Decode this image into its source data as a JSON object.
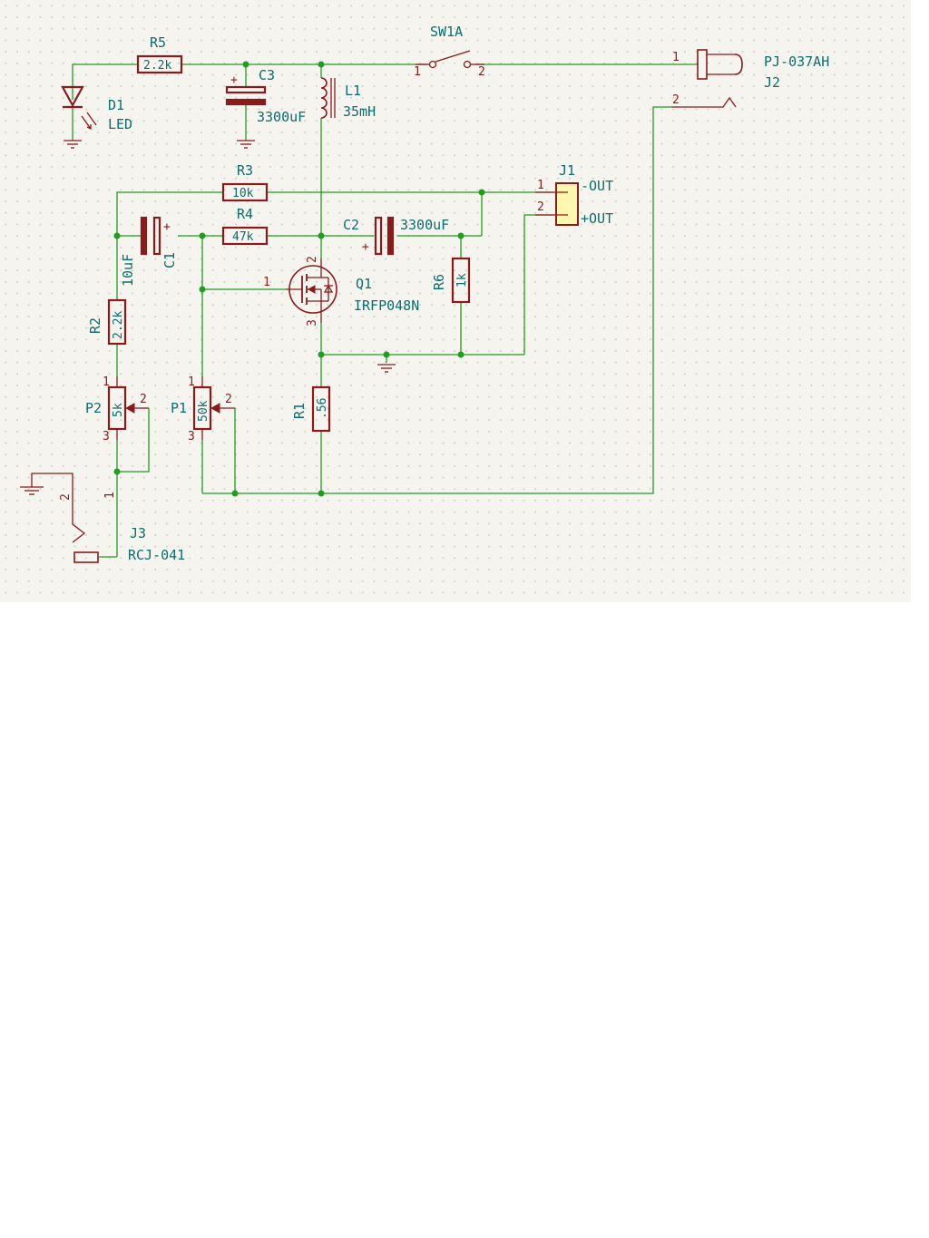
{
  "components": {
    "r5": {
      "ref": "R5",
      "value": "2.2k"
    },
    "d1": {
      "ref": "D1",
      "value": "LED"
    },
    "c3": {
      "ref": "C3",
      "value": "3300uF"
    },
    "l1": {
      "ref": "L1",
      "value": "35mH"
    },
    "sw1": {
      "ref": "SW1A",
      "pin1": "1",
      "pin2": "2"
    },
    "j2": {
      "ref": "J2",
      "value": "PJ-037AH",
      "pin1": "1",
      "pin2": "2"
    },
    "r3": {
      "ref": "R3",
      "value": "10k"
    },
    "r4": {
      "ref": "R4",
      "value": "47k"
    },
    "c1": {
      "ref": "C1",
      "value": "10uF"
    },
    "c2": {
      "ref": "C2",
      "value": "3300uF"
    },
    "j1": {
      "ref": "J1",
      "pin1": "1",
      "pin2": "2",
      "net1": "-OUT",
      "net2": "+OUT"
    },
    "q1": {
      "ref": "Q1",
      "value": "IRFP048N",
      "pin_gate": "1",
      "pin_drain": "2",
      "pin_source": "3"
    },
    "r6": {
      "ref": "R6",
      "value": "1k"
    },
    "r2": {
      "ref": "R2",
      "value": "2.2k"
    },
    "p2": {
      "ref": "P2",
      "value": "5k",
      "pin1": "1",
      "pin2": "2",
      "pin3": "3"
    },
    "p1": {
      "ref": "P1",
      "value": "50k",
      "pin1": "1",
      "pin2": "2",
      "pin3": "3"
    },
    "r1": {
      "ref": "R1",
      "value": ".56"
    },
    "j3": {
      "ref": "J3",
      "value": "RCJ-041",
      "pin1": "1",
      "pin2": "2"
    }
  },
  "colors": {
    "wire": "#1f9e1f",
    "symbol": "#8b1a1a",
    "text": "#0c6e6e",
    "connector_fill": "#fff7b0",
    "sheet": "#f5f4ef"
  }
}
